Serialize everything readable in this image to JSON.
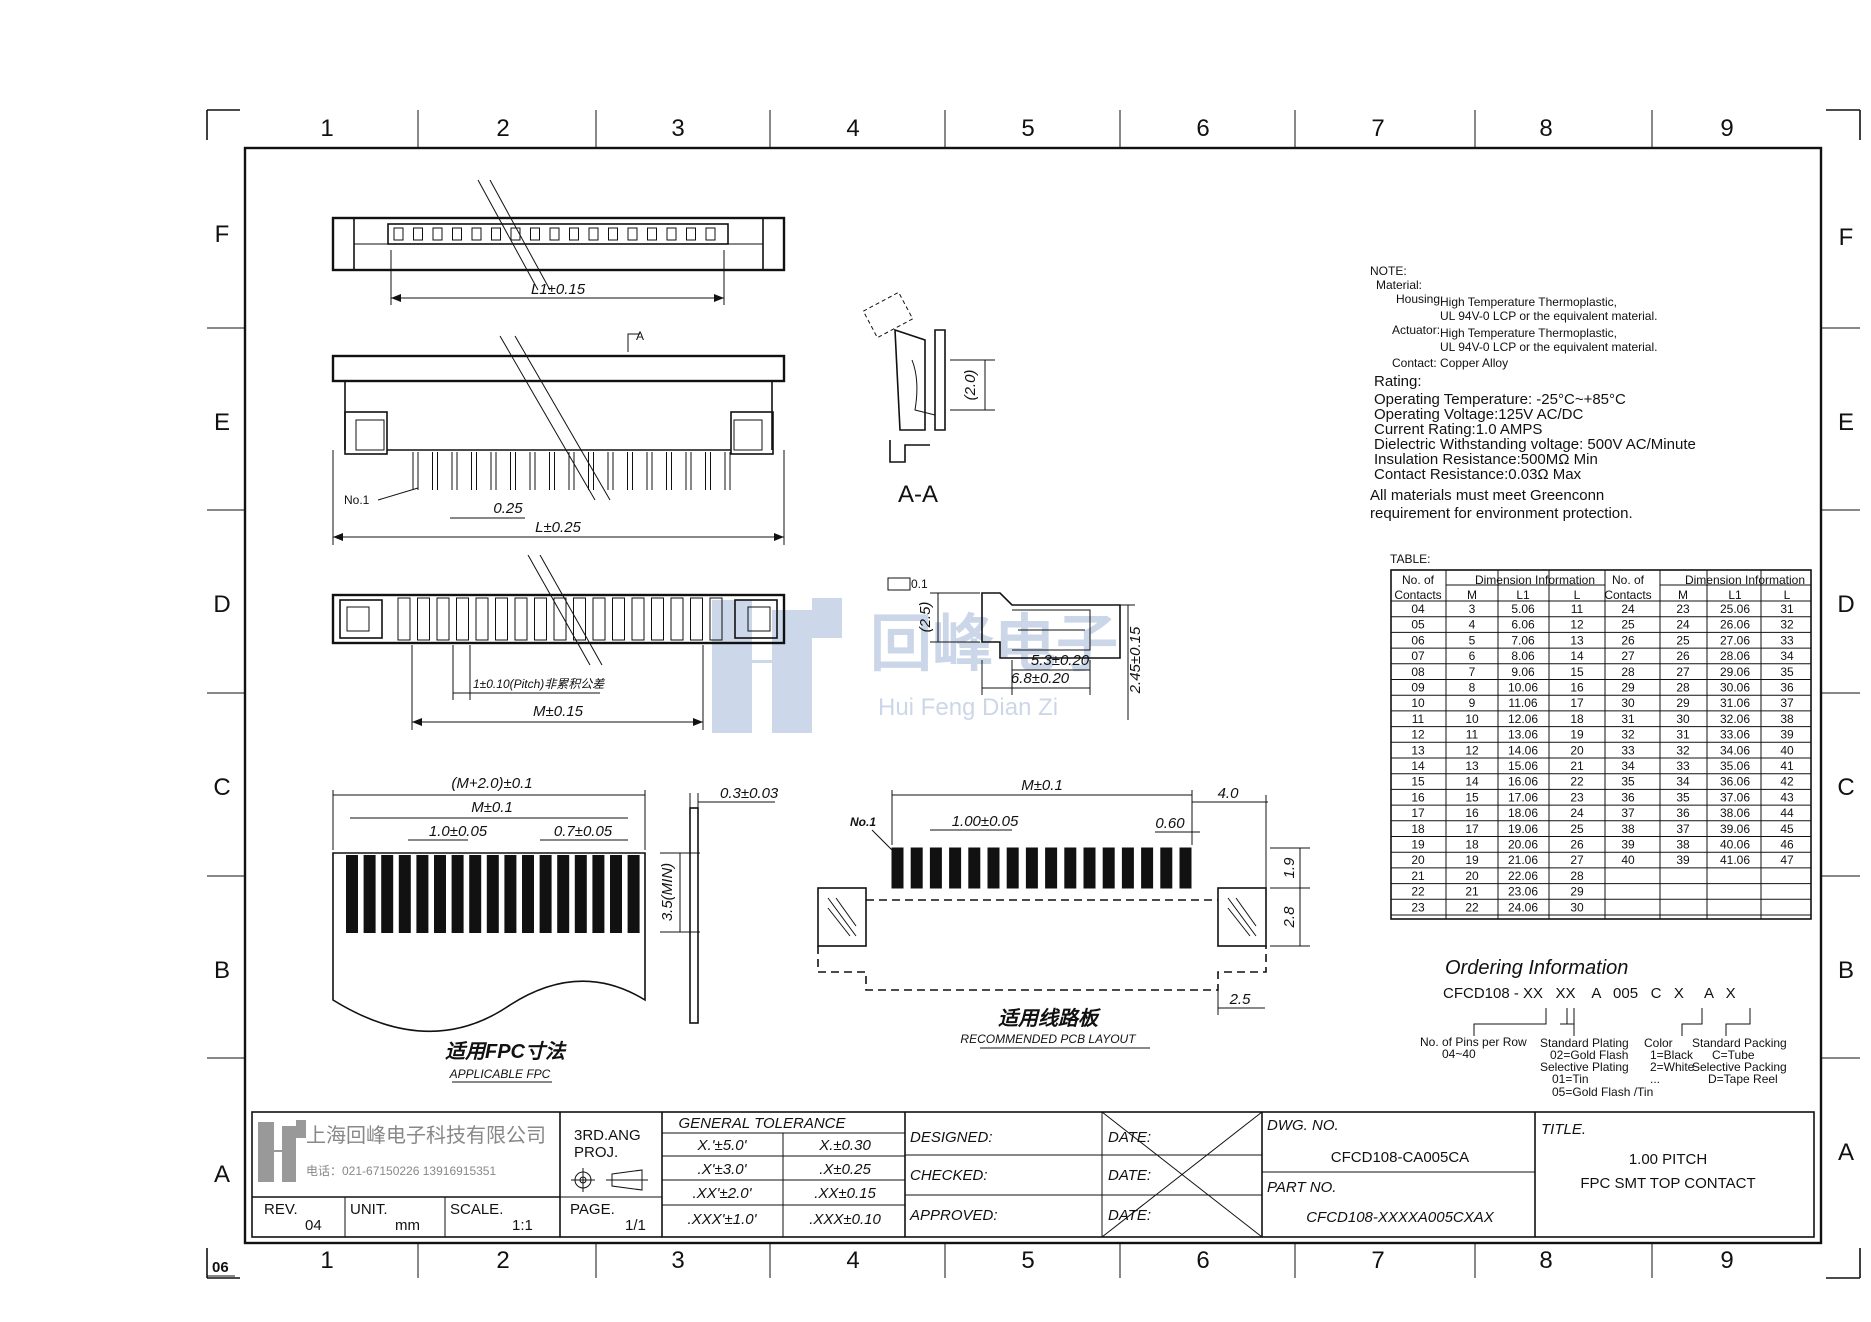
{
  "grid": {
    "cols": [
      "1",
      "2",
      "3",
      "4",
      "5",
      "6",
      "7",
      "8",
      "9"
    ],
    "rows": [
      "F",
      "E",
      "D",
      "C",
      "B",
      "A"
    ],
    "sheet_mark": "06"
  },
  "views": {
    "top_dim": "L1±0.15",
    "front_callout": "A",
    "front_no1": "No.1",
    "front_pitch": "0.25",
    "front_len": "L±0.25",
    "bottom_pitch": "1±0.10(Pitch)非累积公差",
    "bottom_len": "M±0.15",
    "section_dim": "(2.0)",
    "section_label": "A-A",
    "side_flat": "0.1",
    "side_h": "(2.5)",
    "side_d1": "5.3±0.20",
    "side_d2": "6.8±0.20",
    "side_d3": "2.45±0.15",
    "fpc_total": "(M+2.0)±0.1",
    "fpc_m": "M±0.1",
    "fpc_pitch": "1.0±0.05",
    "fpc_width": "0.7±0.05",
    "fpc_thk": "0.3±0.03",
    "fpc_len": "3.5(MIN)",
    "fpc_title_cn": "适用FPC寸法",
    "fpc_title_en": "APPLICABLE FPC",
    "pcb_m": "M±0.1",
    "pcb_no1": "No.1",
    "pcb_pitch": "1.00±0.05",
    "pcb_w": "0.60",
    "pcb_4": "4.0",
    "pcb_19": "1.9",
    "pcb_28": "2.8",
    "pcb_25": "2.5",
    "pcb_title_cn": "适用线路板",
    "pcb_title_en": "RECOMMENDED PCB LAYOUT"
  },
  "notes": {
    "header": "NOTE:",
    "material": "Material:",
    "housing_label": "Housing:",
    "housing_1": "High Temperature Thermoplastic,",
    "housing_2": "UL 94V-0 LCP or the equivalent material.",
    "actuator_label": "Actuator:",
    "actuator_1": "High Temperature Thermoplastic,",
    "actuator_2": "UL 94V-0 LCP or the equivalent material.",
    "contact": "Contact: Copper Alloy",
    "rating": "Rating:",
    "op_temp": "Operating Temperature: -25°C~+85°C",
    "op_volt": "Operating Voltage:125V AC/DC",
    "current": "Current Rating:1.0 AMPS",
    "dielectric": "Dielectric Withstanding voltage: 500V AC/Minute",
    "insulation": "Insulation Resistance:500MΩ   Min",
    "contact_res": "Contact Resistance:0.03Ω   Max",
    "env_1": "All materials must meet Greenconn",
    "env_2": "requirement for environment protection."
  },
  "table": {
    "label": "TABLE:",
    "h_contacts_1": "No. of",
    "h_contacts_2": "Contacts",
    "h_dim": "Dimension Information",
    "h_m": "M",
    "h_l1": "L1",
    "h_l": "L",
    "left_rows": [
      [
        "04",
        "3",
        "5.06",
        "11"
      ],
      [
        "05",
        "4",
        "6.06",
        "12"
      ],
      [
        "06",
        "5",
        "7.06",
        "13"
      ],
      [
        "07",
        "6",
        "8.06",
        "14"
      ],
      [
        "08",
        "7",
        "9.06",
        "15"
      ],
      [
        "09",
        "8",
        "10.06",
        "16"
      ],
      [
        "10",
        "9",
        "11.06",
        "17"
      ],
      [
        "11",
        "10",
        "12.06",
        "18"
      ],
      [
        "12",
        "11",
        "13.06",
        "19"
      ],
      [
        "13",
        "12",
        "14.06",
        "20"
      ],
      [
        "14",
        "13",
        "15.06",
        "21"
      ],
      [
        "15",
        "14",
        "16.06",
        "22"
      ],
      [
        "16",
        "15",
        "17.06",
        "23"
      ],
      [
        "17",
        "16",
        "18.06",
        "24"
      ],
      [
        "18",
        "17",
        "19.06",
        "25"
      ],
      [
        "19",
        "18",
        "20.06",
        "26"
      ],
      [
        "20",
        "19",
        "21.06",
        "27"
      ],
      [
        "21",
        "20",
        "22.06",
        "28"
      ],
      [
        "22",
        "21",
        "23.06",
        "29"
      ],
      [
        "23",
        "22",
        "24.06",
        "30"
      ]
    ],
    "right_rows": [
      [
        "24",
        "23",
        "25.06",
        "31"
      ],
      [
        "25",
        "24",
        "26.06",
        "32"
      ],
      [
        "26",
        "25",
        "27.06",
        "33"
      ],
      [
        "27",
        "26",
        "28.06",
        "34"
      ],
      [
        "28",
        "27",
        "29.06",
        "35"
      ],
      [
        "29",
        "28",
        "30.06",
        "36"
      ],
      [
        "30",
        "29",
        "31.06",
        "37"
      ],
      [
        "31",
        "30",
        "32.06",
        "38"
      ],
      [
        "32",
        "31",
        "33.06",
        "39"
      ],
      [
        "33",
        "32",
        "34.06",
        "40"
      ],
      [
        "34",
        "33",
        "35.06",
        "41"
      ],
      [
        "35",
        "34",
        "36.06",
        "42"
      ],
      [
        "36",
        "35",
        "37.06",
        "43"
      ],
      [
        "37",
        "36",
        "38.06",
        "44"
      ],
      [
        "38",
        "37",
        "39.06",
        "45"
      ],
      [
        "39",
        "38",
        "40.06",
        "46"
      ],
      [
        "40",
        "39",
        "41.06",
        "47"
      ]
    ]
  },
  "ordering": {
    "title": "Ordering Information",
    "code": "CFCD108 - XX   XX    A   005   C   X     A   X",
    "pins_1": "No. of Pins per Row",
    "pins_2": "04~40",
    "plating_1": "Standard Plating",
    "plating_2": "02=Gold Flash",
    "plating_3": "Selective Plating",
    "plating_4": "01=Tin",
    "plating_5": "05=Gold Flash /Tin",
    "color_1": "Color",
    "color_2": "1=Black",
    "color_3": "2=White",
    "color_4": "...",
    "pack_1": "Standard Packing",
    "pack_2": "C=Tube",
    "pack_3": "Selective Packing",
    "pack_4": "D=Tape Reel"
  },
  "title_block": {
    "company": "上海回峰电子科技有限公司",
    "phone": "电话：021-67150226   13916915351",
    "proj_1": "3RD.ANG",
    "proj_2": "PROJ.",
    "tol_header": "GENERAL TOLERANCE",
    "tol": [
      [
        "X.'±5.0'",
        "X.±0.30"
      ],
      [
        ".X'±3.0'",
        ".X±0.25"
      ],
      [
        ".XX'±2.0'",
        ".XX±0.15"
      ],
      [
        ".XXX'±1.0'",
        ".XXX±0.10"
      ]
    ],
    "designed": "DESIGNED:",
    "checked": "CHECKED:",
    "approved": "APPROVED:",
    "date": "DATE:",
    "dwg_label": "DWG. NO.",
    "dwg_no": "CFCD108-CA005CA",
    "part_label": "PART NO.",
    "part_no": "CFCD108-XXXXA005CXAX",
    "title_label": "TITLE.",
    "title_1": "1.00 PITCH",
    "title_2": "FPC SMT TOP CONTACT",
    "rev_label": "REV.",
    "rev": "04",
    "unit_label": "UNIT.",
    "unit": "mm",
    "scale_label": "SCALE.",
    "scale": "1:1",
    "page_label": "PAGE.",
    "page": "1/1"
  },
  "watermark": {
    "cn": "回峰电子",
    "en": "Hui Feng Dian Zi"
  }
}
